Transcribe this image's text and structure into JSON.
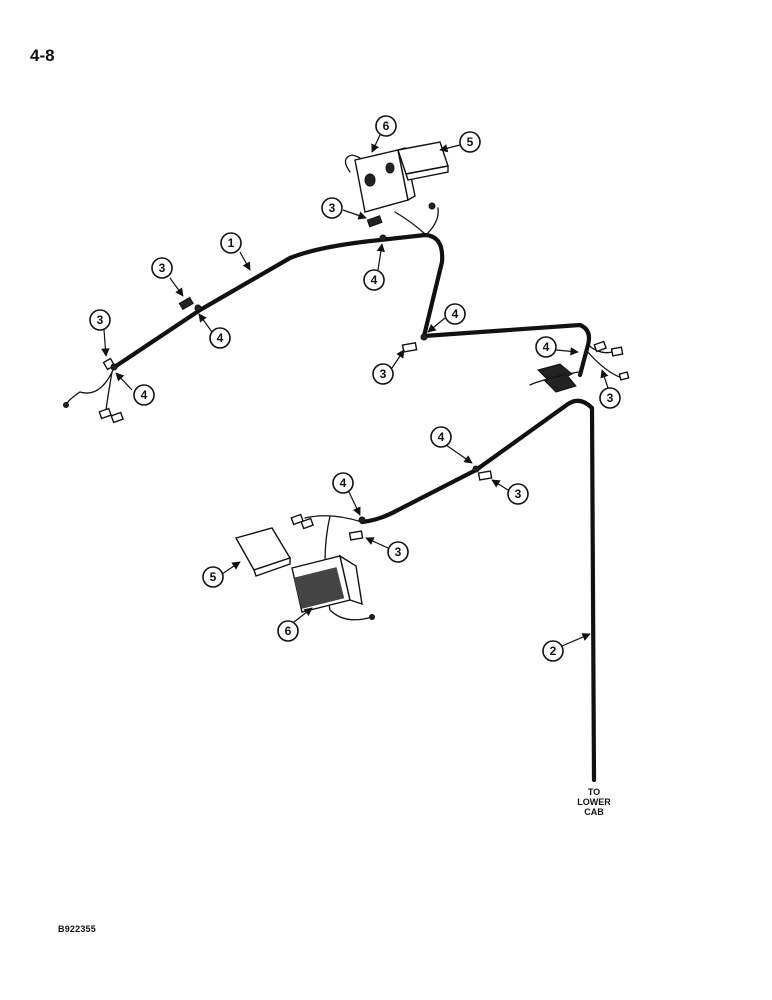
{
  "page": {
    "page_number": "4-8",
    "figure_code": "B922355"
  },
  "destination_label": [
    "TO",
    "LOWER",
    "CAB"
  ],
  "callouts": [
    "1",
    "2",
    "3",
    "4",
    "5",
    "6"
  ],
  "colors": {
    "line": "#111111",
    "background": "#ffffff"
  }
}
